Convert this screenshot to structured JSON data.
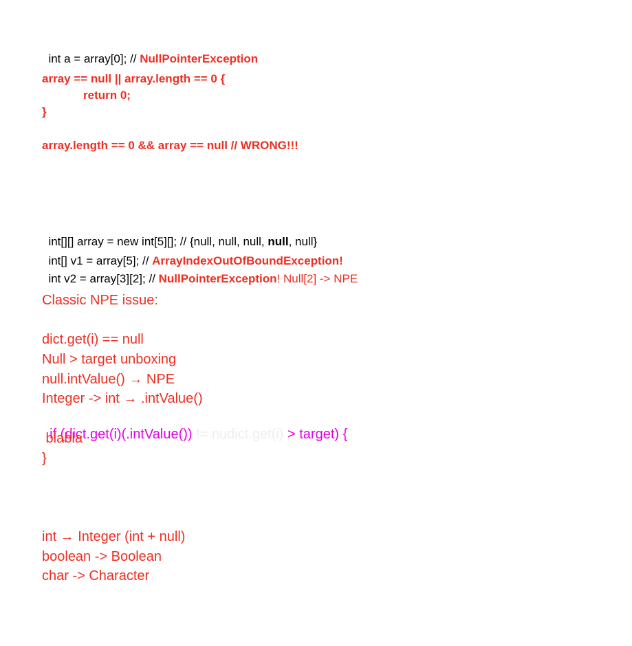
{
  "colors": {
    "red": "#ec2f22",
    "magenta": "#e600e6",
    "faint": "#eeeeee",
    "black": "#000000"
  },
  "block1": {
    "l1_a": "int a = array[0]; // ",
    "l1_b": "NullPointerException",
    "l2": "array == null || array.length == 0 {",
    "l3": "return 0;",
    "l4": "}",
    "l5": "array.length == 0 && array == null // WRONG!!!"
  },
  "block2": {
    "l1_a": "int[][] array = new int[5][]; // {null, null, null, ",
    "l1_b": "null",
    "l1_c": ", null}",
    "l2_a": "int[] v1 = array[5]; // ",
    "l2_b": "ArrayIndexOutOfBoundException!",
    "l3_a": "int v2 = array[3][2]; // ",
    "l3_b": "NullPointerException",
    "l3_c": "! Null[2] -> NPE"
  },
  "block3": {
    "title": "Classic NPE issue:",
    "l1": "dict.get(i) == null",
    "l2": "Null > target unboxing",
    "l3": "null.intValue() → NPE",
    "l4": "Integer -> int → .intValue()",
    "l5_a": "if (dict.get(i)(.intValue()) ",
    "l5_b": "!= nudict.get(i)",
    "l5_c": " > target) {",
    "l6": " blabla",
    "l7": "}"
  },
  "block4": {
    "l1": "int → Integer (int + null)",
    "l2": "boolean -> Boolean",
    "l3": "char -> Character"
  }
}
